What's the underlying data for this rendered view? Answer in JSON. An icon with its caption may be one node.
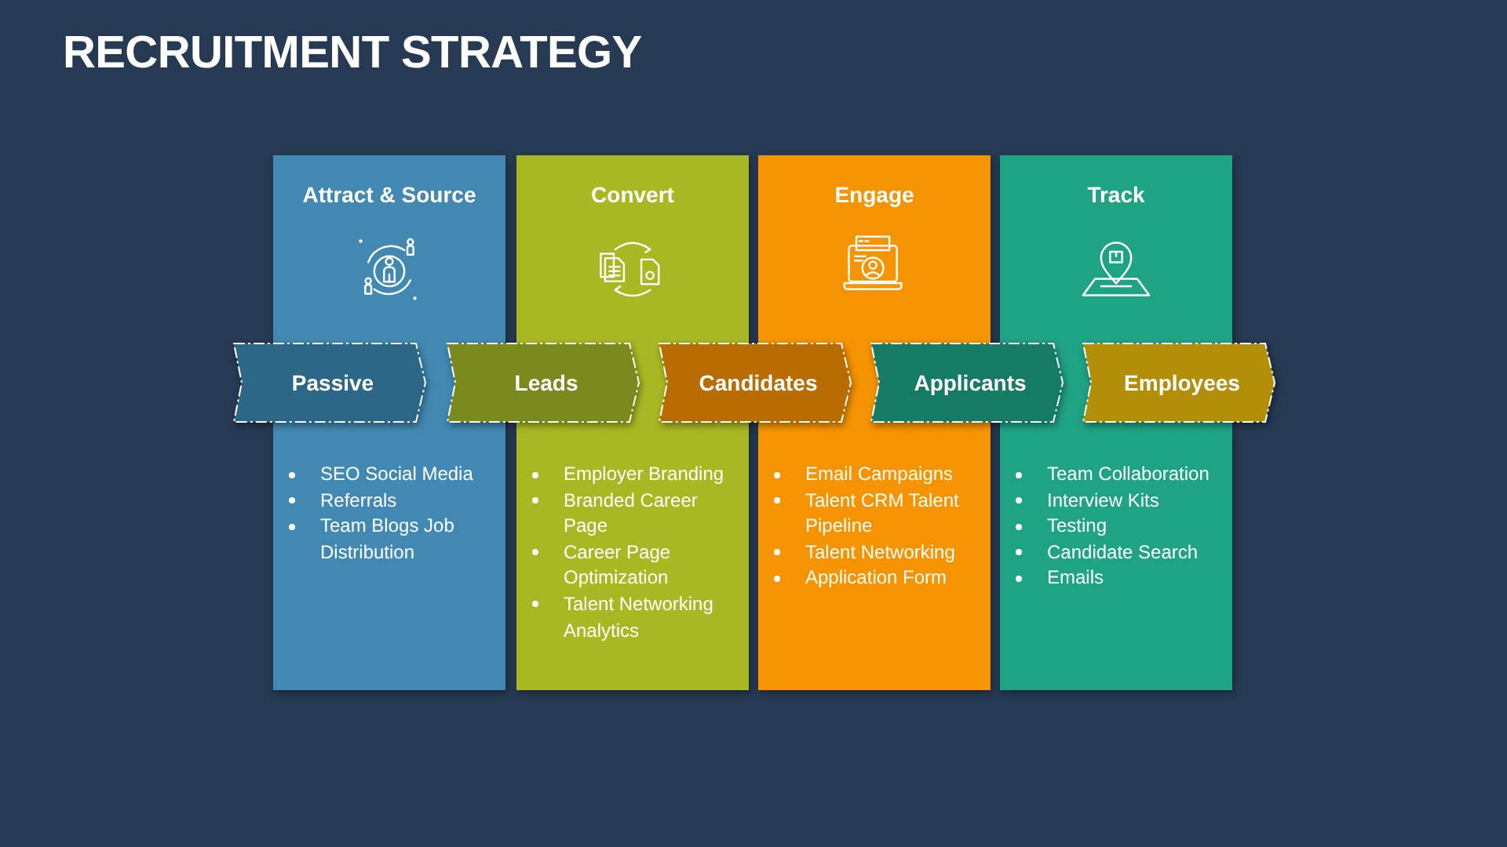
{
  "diagram": {
    "title": "RECRUITMENT STRATEGY",
    "nodes": [
      {
        "text": [
          "Attract & Source",
          "SEO Social Media",
          "Referrals",
          "Team Blogs Job Distribution"
        ]
      },
      {
        "text": [
          "Convert",
          "Employer Branding",
          "Branded Career Page",
          "Career Page Optimization",
          "Talent Networking Analytics"
        ]
      },
      {
        "text": [
          "Engage",
          "Email Campaigns",
          "Talent CRM Talent Pipeline",
          "Talent Networking",
          "Application Form"
        ]
      },
      {
        "text": [
          "Track",
          "Team Collaboration",
          "Interview Kits",
          "Testing",
          "Candidate Search",
          "Emails"
        ]
      },
      {
        "text": [
          "Passive"
        ]
      },
      {
        "text": [
          "Leads"
        ]
      },
      {
        "text": [
          "Candidates"
        ]
      },
      {
        "text": [
          "Applicants"
        ]
      },
      {
        "text": [
          "Employees"
        ]
      }
    ]
  }
}
